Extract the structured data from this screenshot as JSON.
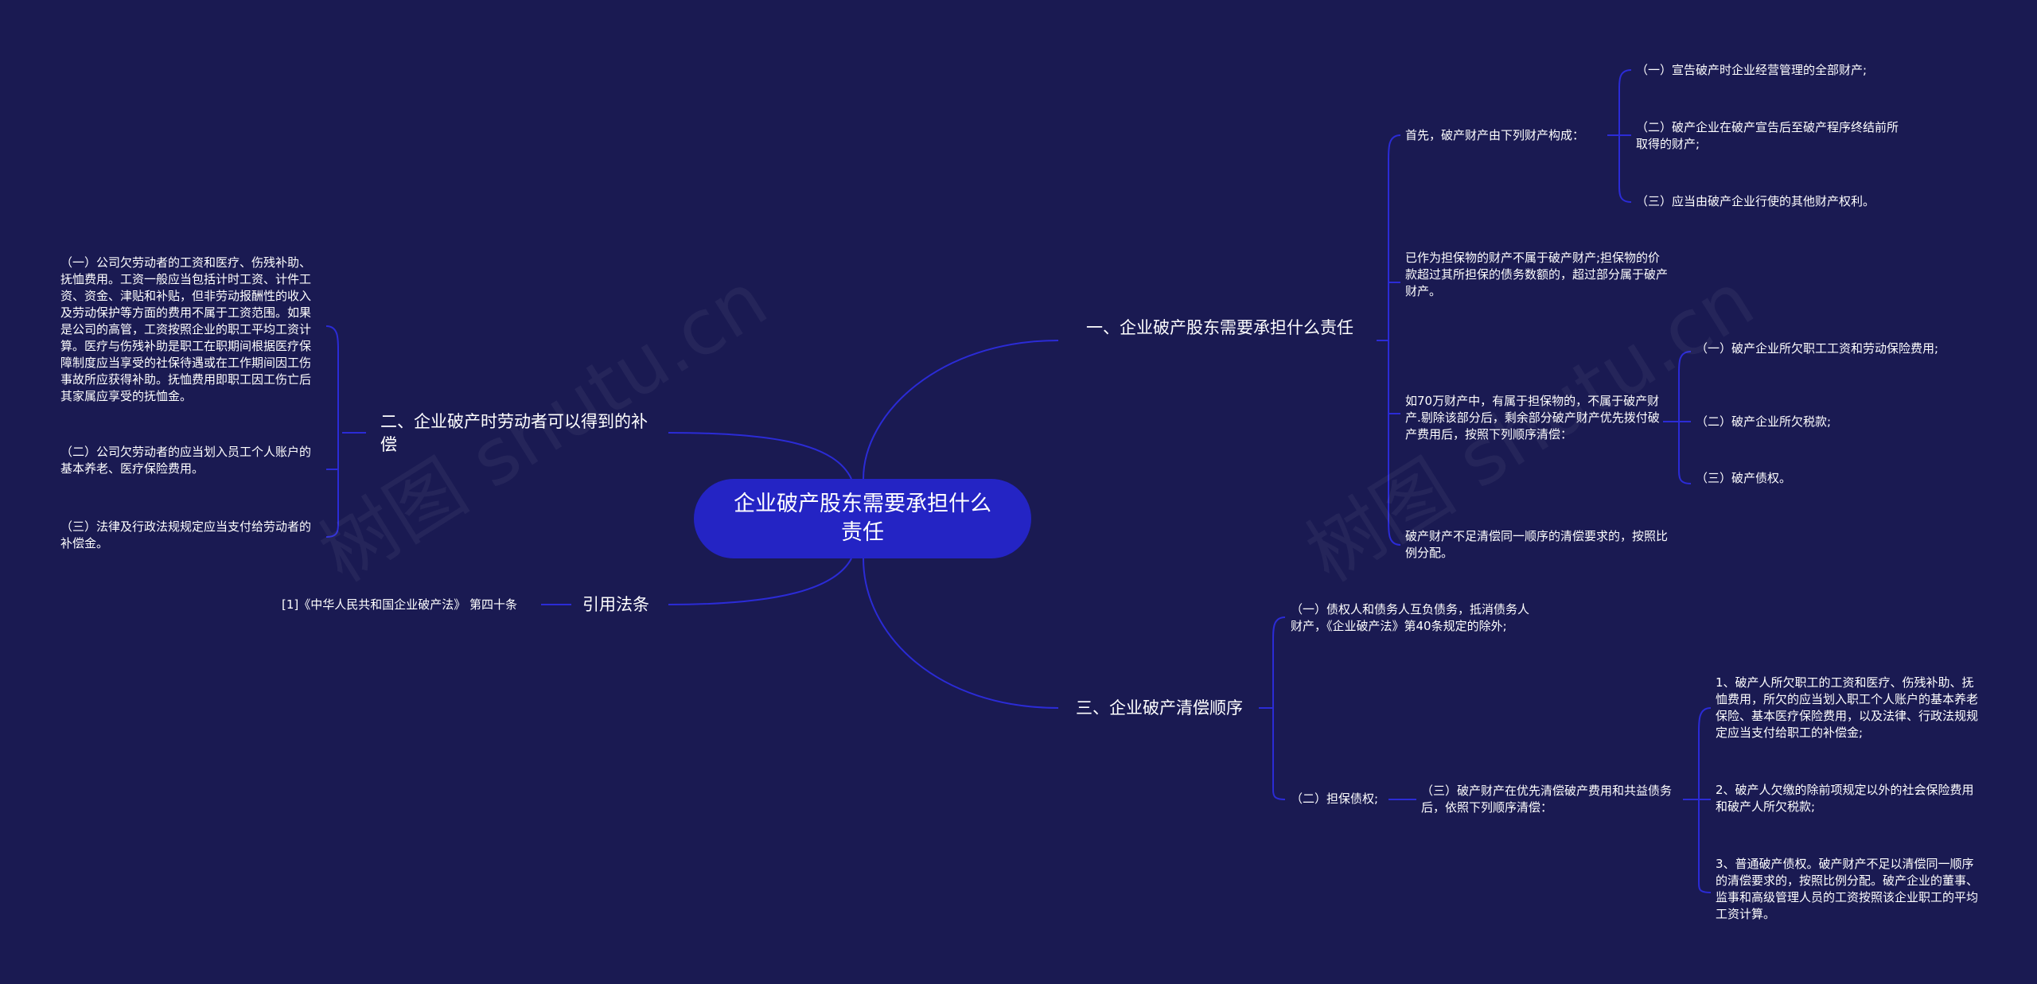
{
  "root": {
    "text": "企业破产股东需要承担什么责任"
  },
  "branches": {
    "b1": {
      "title": "一、企业破产股东需要承担什么责任",
      "items": [
        {
          "text": "首先，破产财产由下列财产构成：",
          "children": [
            "（一）宣告破产时企业经营管理的全部财产;",
            "（二）破产企业在破产宣告后至破产程序终结前所取得的财产;",
            "（三）应当由破产企业行使的其他财产权利。"
          ]
        },
        {
          "text": "已作为担保物的财产不属于破产财产;担保物的价款超过其所担保的债务数额的，超过部分属于破产财产。",
          "children": []
        },
        {
          "text": "如70万财产中，有属于担保物的，不属于破产财产.剔除该部分后，剩余部分破产财产优先拨付破产费用后，按照下列顺序清偿：",
          "children": [
            "（一）破产企业所欠职工工资和劳动保险费用;",
            "（二）破产企业所欠税款;",
            "（三）破产债权。"
          ]
        },
        {
          "text": "破产财产不足清偿同一顺序的清偿要求的，按照比例分配。",
          "children": []
        }
      ]
    },
    "b2": {
      "title": "二、企业破产时劳动者可以得到的补偿",
      "items": [
        "（一）公司欠劳动者的工资和医疗、伤残补助、抚恤费用。工资一般应当包括计时工资、计件工资、资金、津贴和补贴，但非劳动报酬性的收入及劳动保护等方面的费用不属于工资范围。如果是公司的高管，工资按照企业的职工平均工资计算。医疗与伤残补助是职工在职期间根据医疗保障制度应当享受的社保待遇或在工作期间因工伤事故所应获得补助。抚恤费用即职工因工伤亡后其家属应享受的抚恤金。",
        "（二）公司欠劳动者的应当划入员工个人账户的基本养老、医疗保险费用。",
        "（三）法律及行政法规规定应当支付给劳动者的补偿金。"
      ]
    },
    "b3": {
      "title": "三、企业破产清偿顺序",
      "items": [
        {
          "text": "（一）债权人和债务人互负债务，抵消债务人财产，《企业破产法》第40条规定的除外;"
        },
        {
          "text": "（二）担保债权;",
          "sub": "（三）破产财产在优先清偿破产费用和共益债务后，依照下列顺序清偿：",
          "children": [
            "1、破产人所欠职工的工资和医疗、伤残补助、抚恤费用，所欠的应当划入职工个人账户的基本养老保险、基本医疗保险费用，以及法律、行政法规规定应当支付给职工的补偿金;",
            "2、破产人欠缴的除前项规定以外的社会保险费用和破产人所欠税款;",
            "3、普通破产债权。破产财产不足以清偿同一顺序的清偿要求的，按照比例分配。破产企业的董事、监事和高级管理人员的工资按照该企业职工的平均工资计算。"
          ]
        }
      ]
    },
    "b4": {
      "title": "引用法条",
      "items": [
        "[1]《中华人民共和国企业破产法》 第四十条"
      ]
    }
  },
  "colors": {
    "background": "#1a1a52",
    "root": "#2424c4",
    "line": "#2b2bd6",
    "text": "#ffffff"
  },
  "watermark": "树图 shutu.cn"
}
